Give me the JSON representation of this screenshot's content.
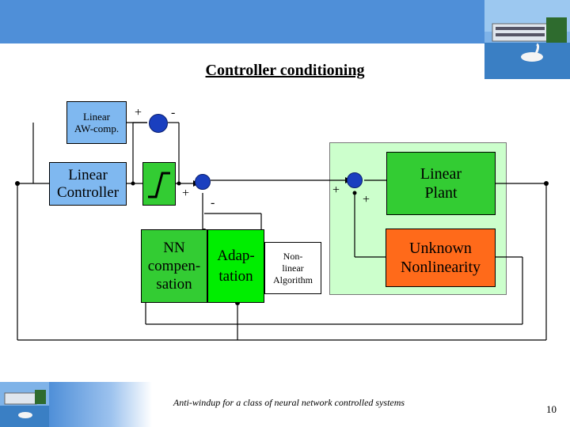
{
  "title": "Controller conditioning",
  "blocks": {
    "linear_aw": {
      "line1": "Linear",
      "line2": "AW-comp."
    },
    "linear_controller": {
      "line1": "Linear",
      "line2": "Controller"
    },
    "nn_compensation": {
      "line1": "NN",
      "line2": "compen-",
      "line3": "sation"
    },
    "adaptation": {
      "line1": "Adap-",
      "line2": "tation"
    },
    "nonlinear_algorithm": {
      "line1": "Non-",
      "line2": "linear",
      "line3": "Algorithm"
    },
    "linear_plant": {
      "line1": "Linear",
      "line2": "Plant"
    },
    "unknown_nonlinearity": {
      "line1": "Unknown",
      "line2": "Nonlinearity"
    }
  },
  "signs": {
    "aw_plus": "+",
    "aw_minus": "-",
    "sat_plus": "+",
    "sat_minus": "-",
    "plant_plus1": "+",
    "plant_plus2": "+"
  },
  "footer": "Anti-windup for a class of neural network controlled systems",
  "page_number": "10",
  "colors": {
    "blue_box": "#7fb8f0",
    "green_light": "#33cc33",
    "green_bright": "#00ee00",
    "plant_region": "#ccffcc",
    "orange": "#ff6a1a",
    "header_blue": "#4f8fd8",
    "summing_junction": "#1a3fbf"
  },
  "icons": [
    "saturation-icon",
    "campus-photo-icon"
  ]
}
